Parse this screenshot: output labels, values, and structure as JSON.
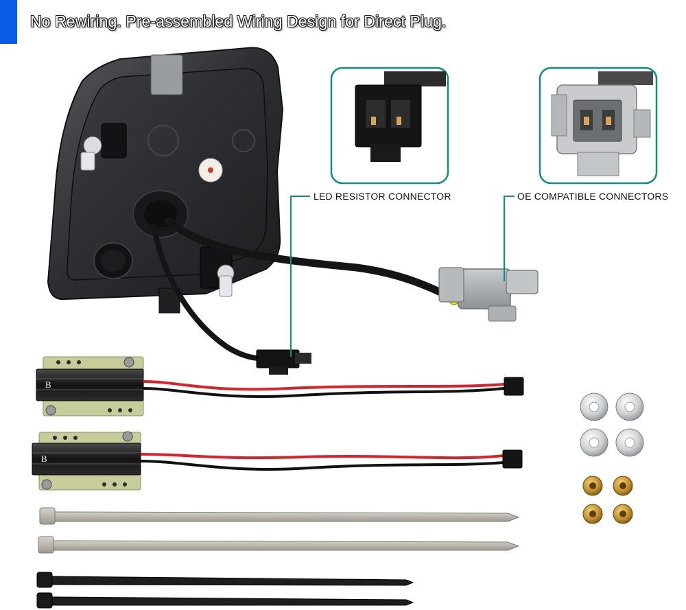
{
  "header": {
    "headline": "No Rewiring. Pre-assembled Wiring Design for Direct Plug."
  },
  "callouts": {
    "led_resistor": "LED RESISTOR CONNECTOR",
    "oe_compatible": "OE COMPATIBLE CONNECTORS"
  },
  "resistors": [
    {
      "marking": "B"
    },
    {
      "marking": "B"
    }
  ],
  "hardware": {
    "washer_count": 4,
    "nut_count": 4,
    "metal_tie_count": 2,
    "nylon_tie_count": 2,
    "resistor_count": 2
  },
  "colors": {
    "accent": "#0a5ce6",
    "callout_teal": "#0e8c86",
    "housing": "#2a2b2e",
    "wire_red": "#d8232a",
    "wire_black": "#111111",
    "connector_gray": "#a9acae",
    "pcb_green": "#c6cc9a",
    "yellow_seal": "#e7e600",
    "brass": "#c99a3c"
  }
}
